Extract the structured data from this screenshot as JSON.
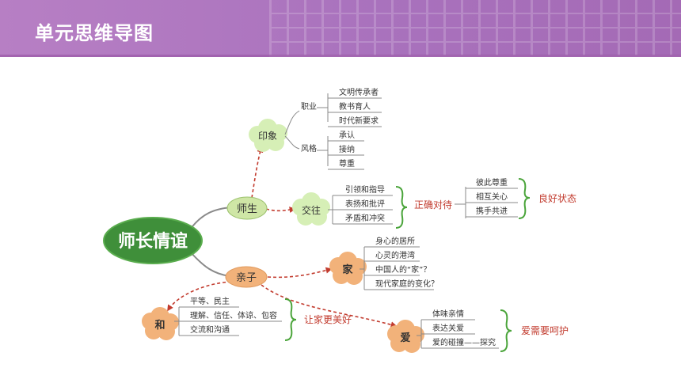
{
  "header": {
    "title": "单元思维导图"
  },
  "root": {
    "label": "师长情谊"
  },
  "teacher": {
    "label": "师生",
    "impression": {
      "label": "印象",
      "career": {
        "label": "职业",
        "items": [
          "文明传承者",
          "教书育人",
          "时代新要求"
        ]
      },
      "style": {
        "label": "风格",
        "items": [
          "承认",
          "接纳",
          "尊重"
        ]
      }
    },
    "interaction": {
      "label": "交往",
      "items": [
        "引领和指导",
        "表扬和批评",
        "矛盾和冲突"
      ],
      "attitude": "正确对待",
      "states": [
        "彼此尊重",
        "相互关心",
        "携手共进"
      ],
      "result": "良好状态"
    }
  },
  "family": {
    "label": "亲子",
    "home": {
      "label": "家",
      "items": [
        "身心的居所",
        "心灵的港湾",
        "中国人的“家”？",
        "现代家庭的变化？"
      ]
    },
    "love": {
      "label": "爱",
      "items": [
        "体味亲情",
        "表达关爱",
        "爱的碰撞——探究"
      ],
      "result": "爱需要呵护"
    },
    "harmony": {
      "label": "和",
      "items": [
        "平等、民主",
        "理解、信任、体谅、包容",
        "交流和沟通"
      ],
      "result": "让家更美好"
    }
  },
  "colors": {
    "root": "#3f8f3a",
    "cloud": "#d6efb6",
    "sub": "#cfe6a6",
    "orange": "#f2b27a",
    "red": "#c23b2e",
    "green": "#4aa43a"
  }
}
